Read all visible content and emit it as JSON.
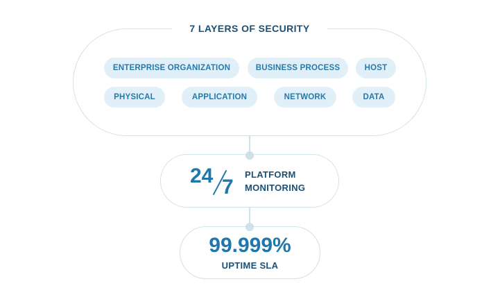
{
  "title": "7 LAYERS OF SECURITY",
  "layers": [
    "ENTERPRISE ORGANIZATION",
    "BUSINESS PROCESS",
    "HOST",
    "PHYSICAL",
    "APPLICATION",
    "NETWORK",
    "DATA"
  ],
  "monitoring": {
    "num1": "24",
    "num2": "7",
    "line1": "PLATFORM",
    "line2": "MONITORING"
  },
  "sla": {
    "value": "99.999%",
    "label": "UPTIME SLA"
  }
}
